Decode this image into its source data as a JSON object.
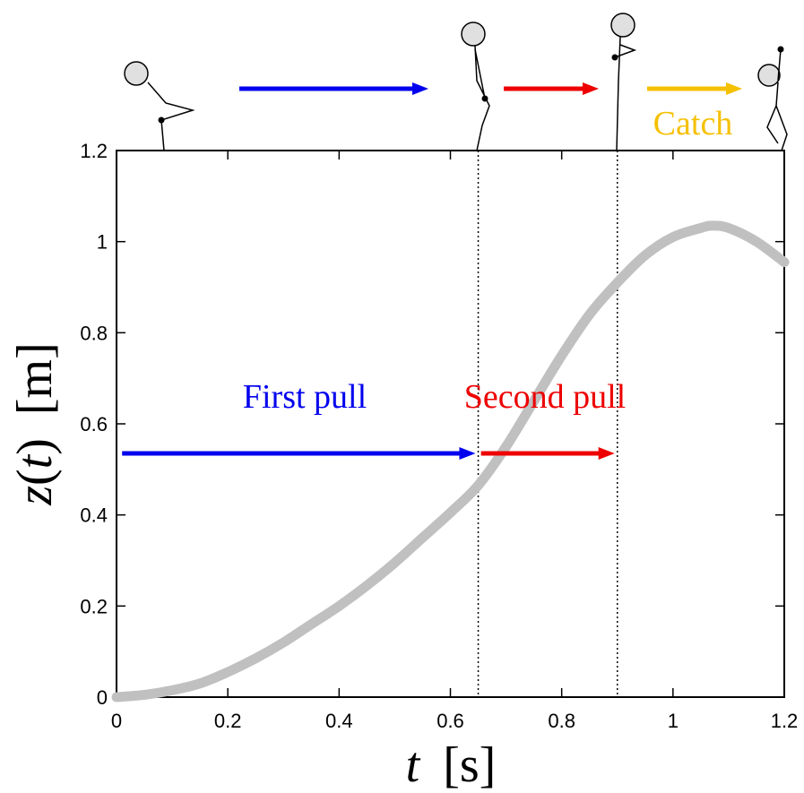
{
  "chart_data": {
    "type": "line",
    "xlabel_var": "t",
    "xlabel_unit": "[s]",
    "ylabel_var": "z",
    "ylabel_arg": "t",
    "ylabel_unit": "[m]",
    "xlim": [
      0,
      1.2
    ],
    "ylim": [
      0,
      1.2
    ],
    "x_ticks": [
      "0",
      "0.2",
      "0.4",
      "0.6",
      "0.8",
      "1",
      "1.2"
    ],
    "y_ticks": [
      "0",
      "0.2",
      "0.4",
      "0.6",
      "0.8",
      "1",
      "1.2"
    ],
    "grid": false,
    "line_color": "#c0c0c0",
    "series": [
      {
        "x": [
          0,
          0.05,
          0.1,
          0.15,
          0.2,
          0.25,
          0.3,
          0.35,
          0.4,
          0.45,
          0.5,
          0.55,
          0.6,
          0.65,
          0.7,
          0.75,
          0.8,
          0.85,
          0.9,
          0.95,
          1.0,
          1.05,
          1.07,
          1.1,
          1.15,
          1.2
        ],
        "y": [
          0.0,
          0.005,
          0.015,
          0.03,
          0.055,
          0.085,
          0.12,
          0.16,
          0.2,
          0.245,
          0.295,
          0.35,
          0.405,
          0.465,
          0.55,
          0.65,
          0.75,
          0.84,
          0.91,
          0.97,
          1.01,
          1.03,
          1.035,
          1.03,
          1.0,
          0.955
        ]
      }
    ],
    "vlines": [
      0.65,
      0.9
    ],
    "phases": [
      {
        "label": "First pull",
        "color": "#0000ee",
        "x_start": 0.01,
        "x_end": 0.645,
        "y": 0.535
      },
      {
        "label": "Second pull",
        "color": "#ee0000",
        "x_start": 0.655,
        "x_end": 0.895,
        "y": 0.535
      }
    ],
    "top_arrows": [
      {
        "color": "#0000ee"
      },
      {
        "color": "#ee0000"
      },
      {
        "color": "#f5c000",
        "label": "Catch"
      }
    ]
  }
}
